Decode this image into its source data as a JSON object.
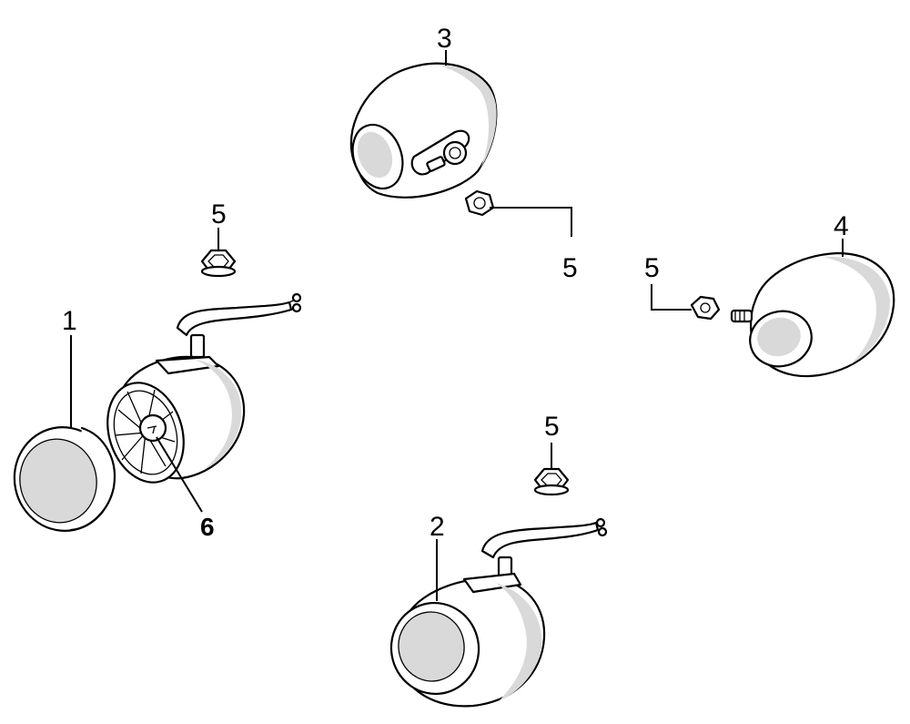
{
  "callouts": {
    "c1": "1",
    "c2": "2",
    "c3": "3",
    "c4": "4",
    "c5_top_left": "5",
    "c5_top_center": "5",
    "c5_right": "5",
    "c5_bottom": "5",
    "c6": "6"
  }
}
